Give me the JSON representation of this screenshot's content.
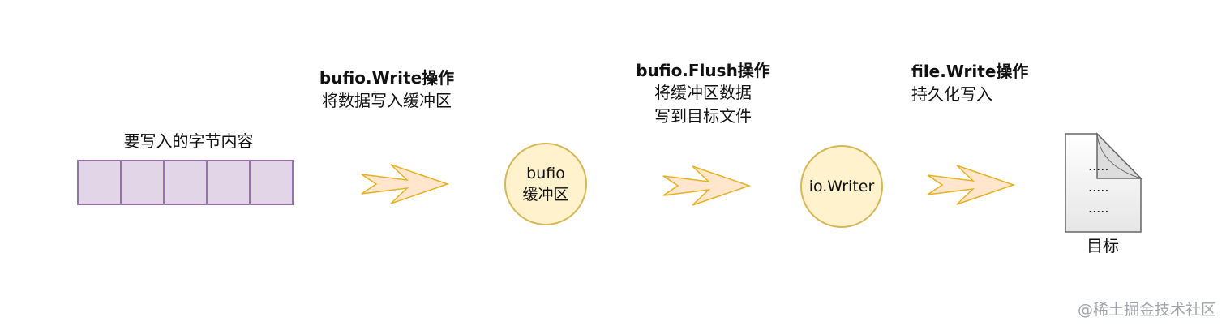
{
  "source": {
    "label": "要写入的字节内容",
    "cell_count": 5
  },
  "step1": {
    "title": "bufio.Write操作",
    "desc": "将数据写入缓冲区"
  },
  "buffer": {
    "line1": "bufio",
    "line2": "缓冲区"
  },
  "step2": {
    "title": "bufio.Flush操作",
    "desc_line1": "将缓冲区数据",
    "desc_line2": "写到目标文件"
  },
  "writer": {
    "label": "io.Writer"
  },
  "step3": {
    "title": "file.Write操作",
    "desc": "持久化写入"
  },
  "target": {
    "label": "目标",
    "lines": [
      ".....",
      ".....",
      "....."
    ]
  },
  "watermark": "@稀土掘金技术社区",
  "colors": {
    "cell_fill": "#e1d5e7",
    "cell_stroke": "#9673a6",
    "circle_fill": "#fff2cc",
    "circle_stroke": "#d6b656",
    "arrow_fill": "#ffe6cc",
    "arrow_stroke": "#e6b020"
  }
}
